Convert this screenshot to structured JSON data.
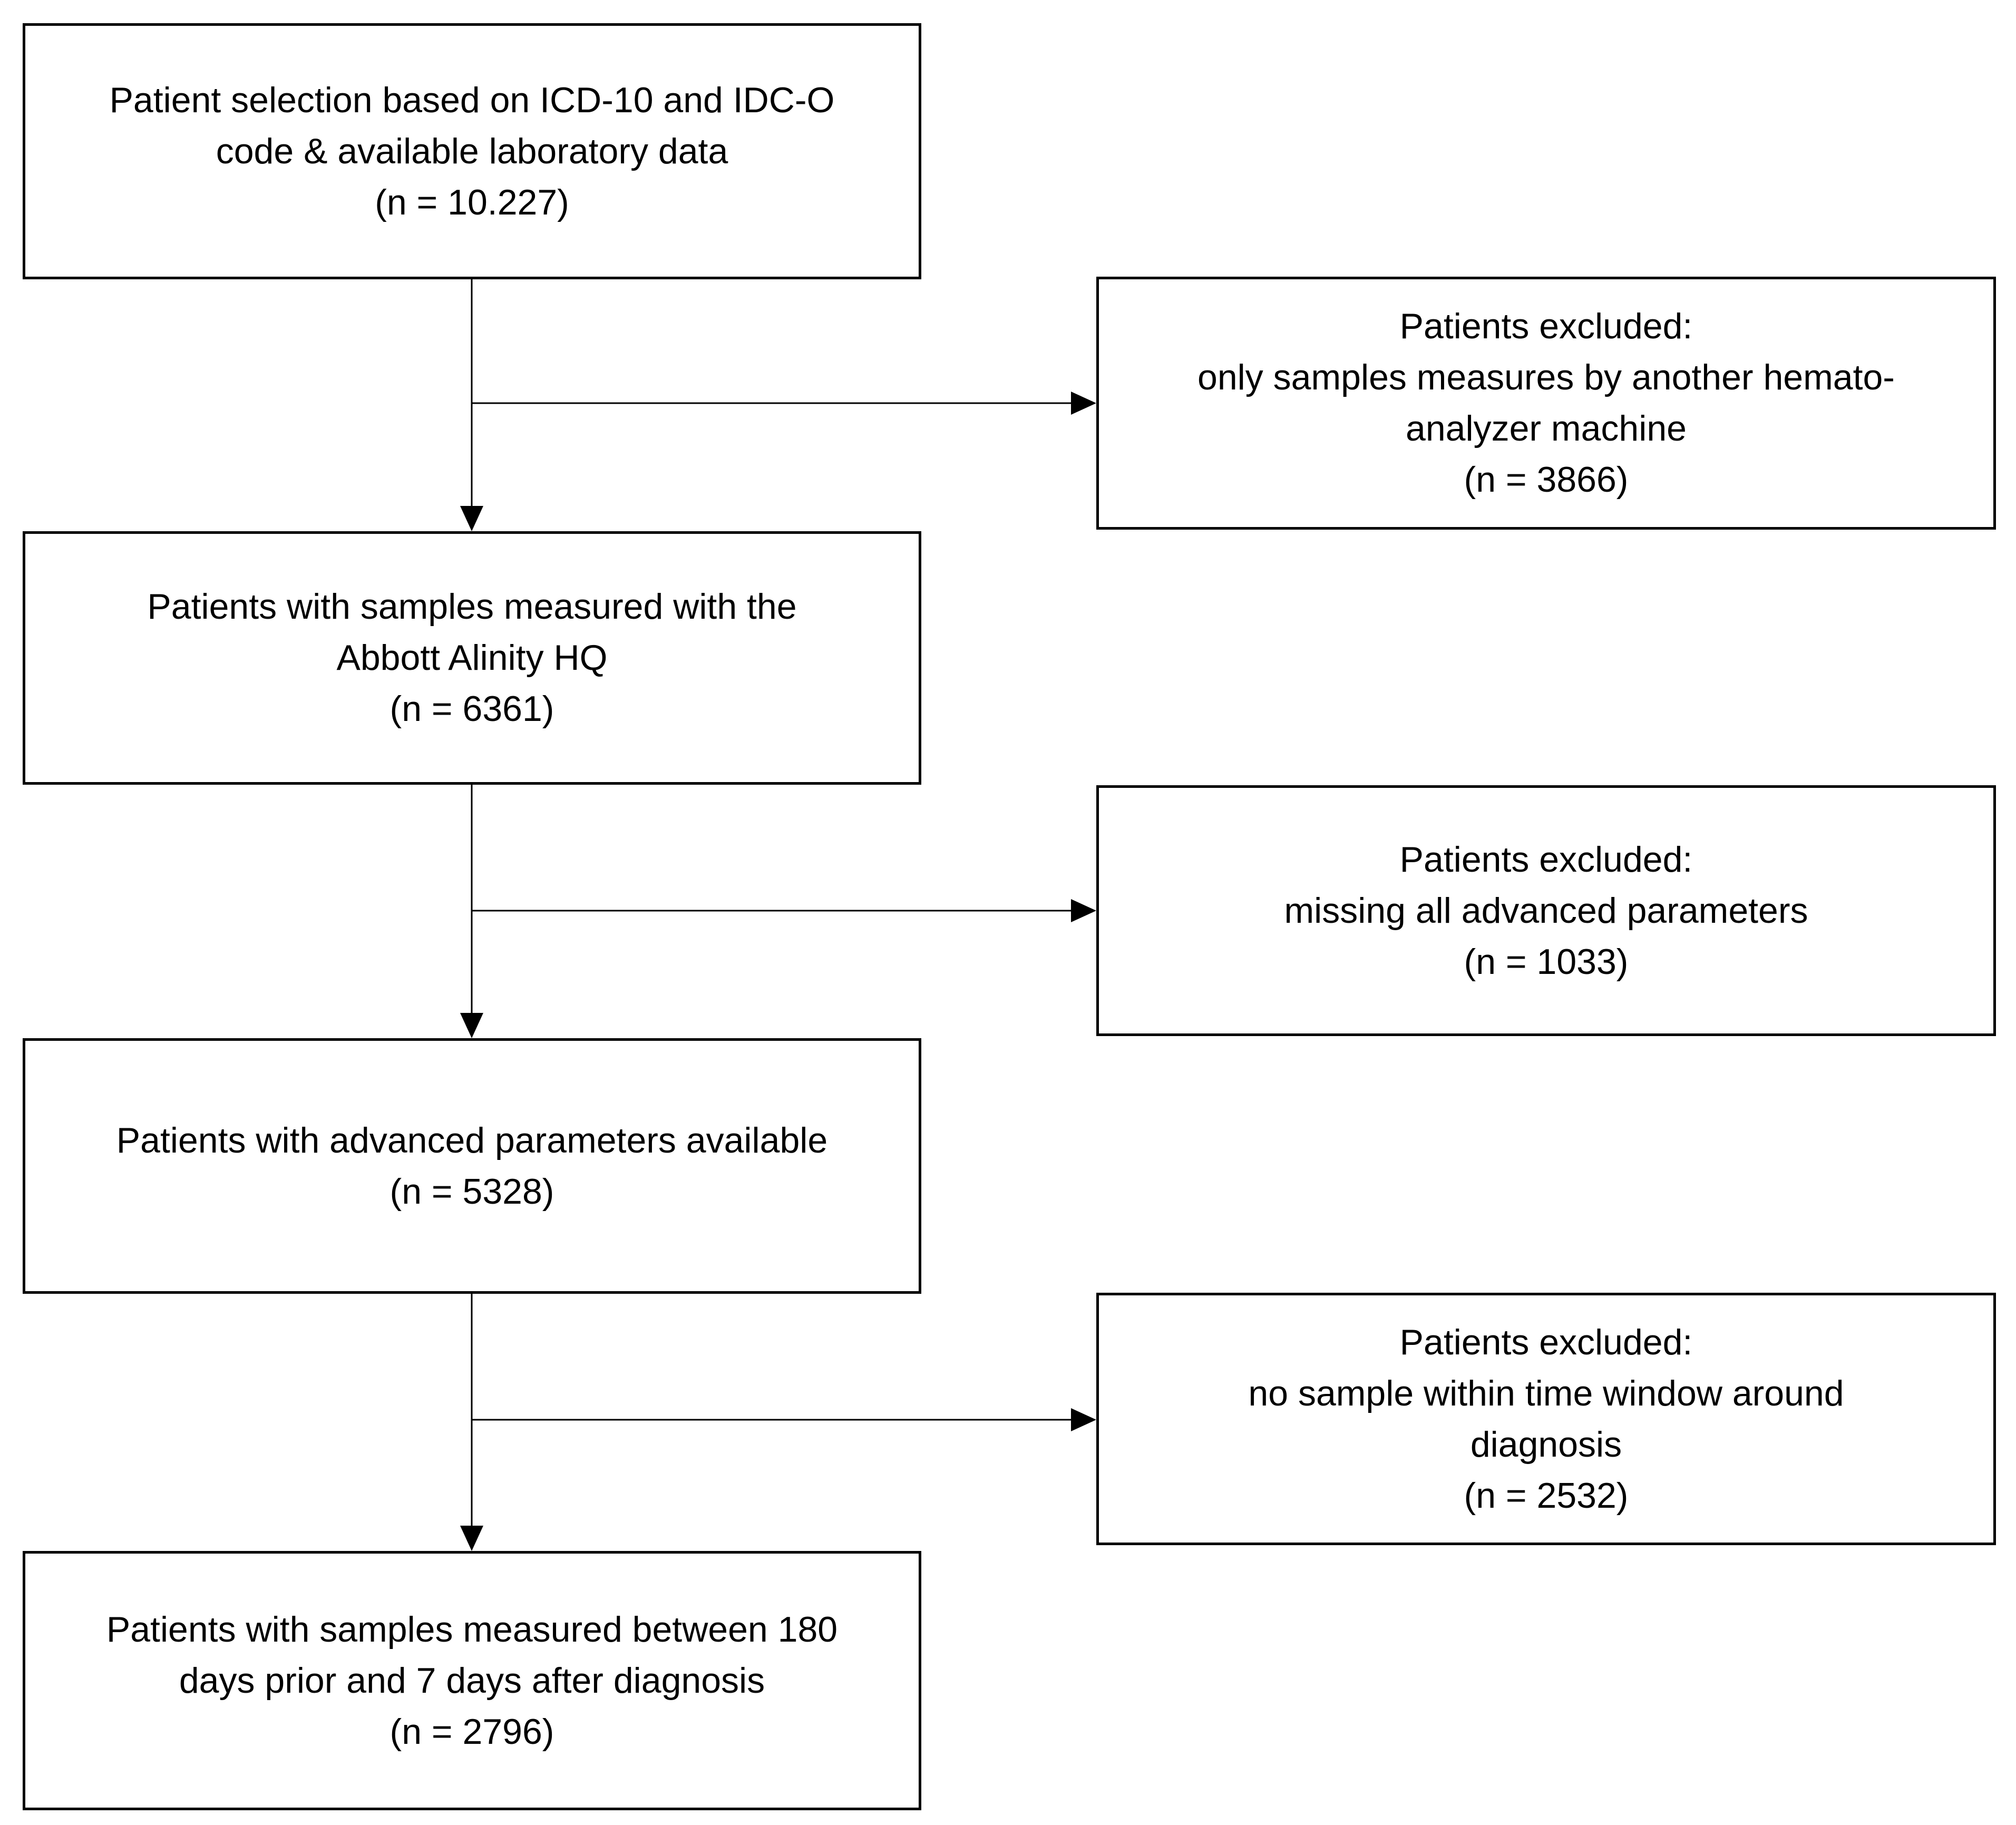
{
  "flowchart": {
    "background": "#ffffff",
    "colors": {
      "box_border": "#000000",
      "box_fill": "#ffffff",
      "text": "#000000",
      "arrow": "#000000"
    },
    "main_boxes": [
      {
        "id": "initial-selection",
        "n": "10.227",
        "text": "Patient selection based on ICD-10 and IDC-O\ncode & available laboratory data\n(n = 10.227)"
      },
      {
        "id": "alinity-measured",
        "n": "6361",
        "text": "Patients with samples measured with the\nAbbott Alinity HQ\n(n = 6361)"
      },
      {
        "id": "advanced-parameters",
        "n": "5328",
        "text": "Patients with advanced parameters available\n(n = 5328)"
      },
      {
        "id": "time-window",
        "n": "2796",
        "text": "Patients with samples measured between 180\ndays prior and 7 days after diagnosis\n(n = 2796)"
      }
    ],
    "exclusion_boxes": [
      {
        "id": "other-analyzer",
        "n": "3866",
        "text": "Patients excluded:\nonly samples measures by another hemato-\nanalyzer machine\n(n = 3866)"
      },
      {
        "id": "missing-parameters",
        "n": "1033",
        "text": "Patients excluded:\nmissing all advanced parameters\n(n = 1033)"
      },
      {
        "id": "no-sample-in-window",
        "n": "2532",
        "text": "Patients excluded:\nno sample within time window around\ndiagnosis\n(n = 2532)"
      }
    ]
  }
}
